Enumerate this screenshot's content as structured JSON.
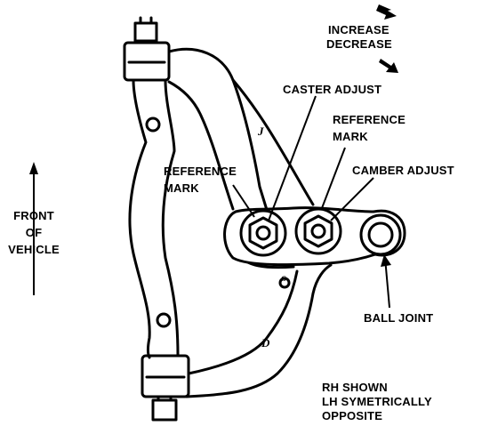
{
  "legend": {
    "increase": "INCREASE",
    "decrease": "DECREASE"
  },
  "labels": {
    "caster_adjust": "CASTER ADJUST",
    "reference_mark_right_1": "REFERENCE",
    "reference_mark_right_2": "MARK",
    "reference_mark_left_1": "REFERENCE",
    "reference_mark_left_2": "MARK",
    "camber_adjust": "CAMBER ADJUST",
    "front_1": "FRONT",
    "front_2": "OF",
    "front_3": "VEHICLE",
    "ball_joint": "BALL JOINT",
    "note_1": "RH SHOWN",
    "note_2": "LH SYMETRICALLY",
    "note_3": "OPPOSITE"
  },
  "arm_marks": {
    "upper": "J",
    "lower": "D",
    "center": "G"
  },
  "colors": {
    "ink": "#000000",
    "paper": "#ffffff"
  }
}
